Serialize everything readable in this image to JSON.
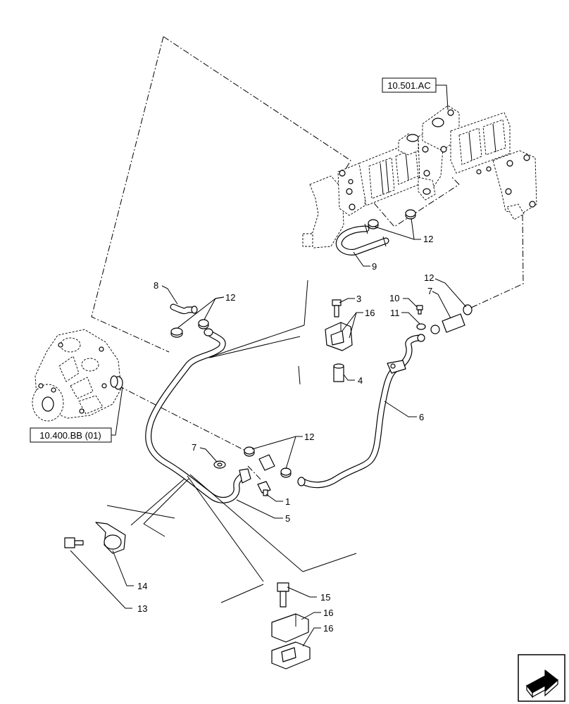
{
  "references": {
    "egr_cooler": "10.501.AC",
    "water_pump": "10.400.BB (01)"
  },
  "callouts": {
    "c1": "1",
    "c3": "3",
    "c4": "4",
    "c5": "5",
    "c6": "6",
    "c7a": "7",
    "c7b": "7",
    "c8": "8",
    "c9": "9",
    "c10": "10",
    "c11": "11",
    "c12a": "12",
    "c12b": "12",
    "c12c": "12",
    "c12d": "12",
    "c13": "13",
    "c14": "14",
    "c15": "15",
    "c16a": "16",
    "c16b": "16",
    "c16c": "16"
  },
  "icons": {
    "nav": "next-page-arrow-icon"
  }
}
